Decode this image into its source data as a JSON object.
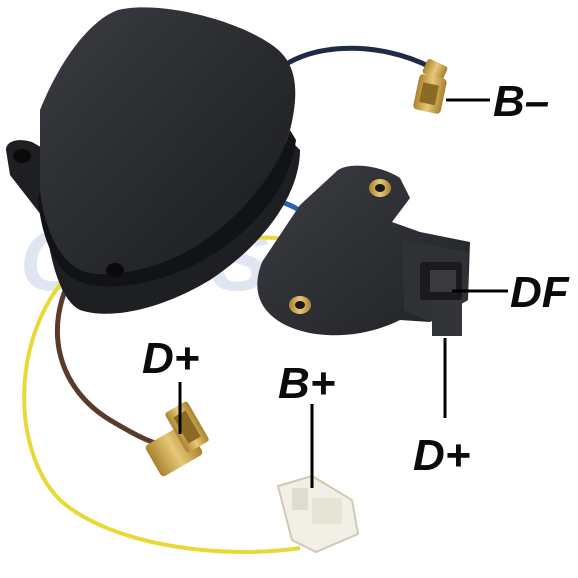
{
  "watermark": {
    "text": "GAUSS"
  },
  "labels": {
    "b_minus": "B–",
    "df": "DF",
    "d_plus_left": "D+",
    "b_plus": "B+",
    "d_plus_right": "D+"
  },
  "colors": {
    "housing": "#2b2d31",
    "housing_shadow": "#15171a",
    "wire_yellow": "#e8d838",
    "wire_brown": "#5a3a2a",
    "wire_blue_black": "#1f2a44",
    "brass": "#c9a24a",
    "connector_white": "#f2efe6",
    "leader_line": "#000000",
    "watermark": "#dfe6f2"
  }
}
